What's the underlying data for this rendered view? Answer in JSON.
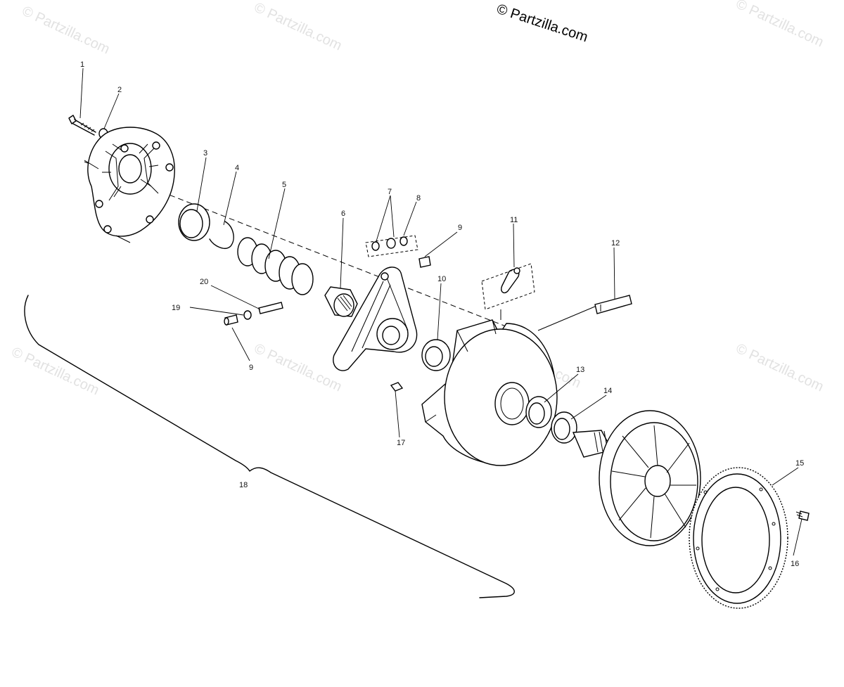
{
  "copyright": "© Partzilla.com",
  "watermark": "© Partzilla.com",
  "callouts": [
    "1",
    "2",
    "3",
    "4",
    "5",
    "6",
    "7",
    "8",
    "9",
    "10",
    "11",
    "12",
    "13",
    "14",
    "15",
    "16",
    "17",
    "18",
    "19",
    "20",
    "9"
  ]
}
